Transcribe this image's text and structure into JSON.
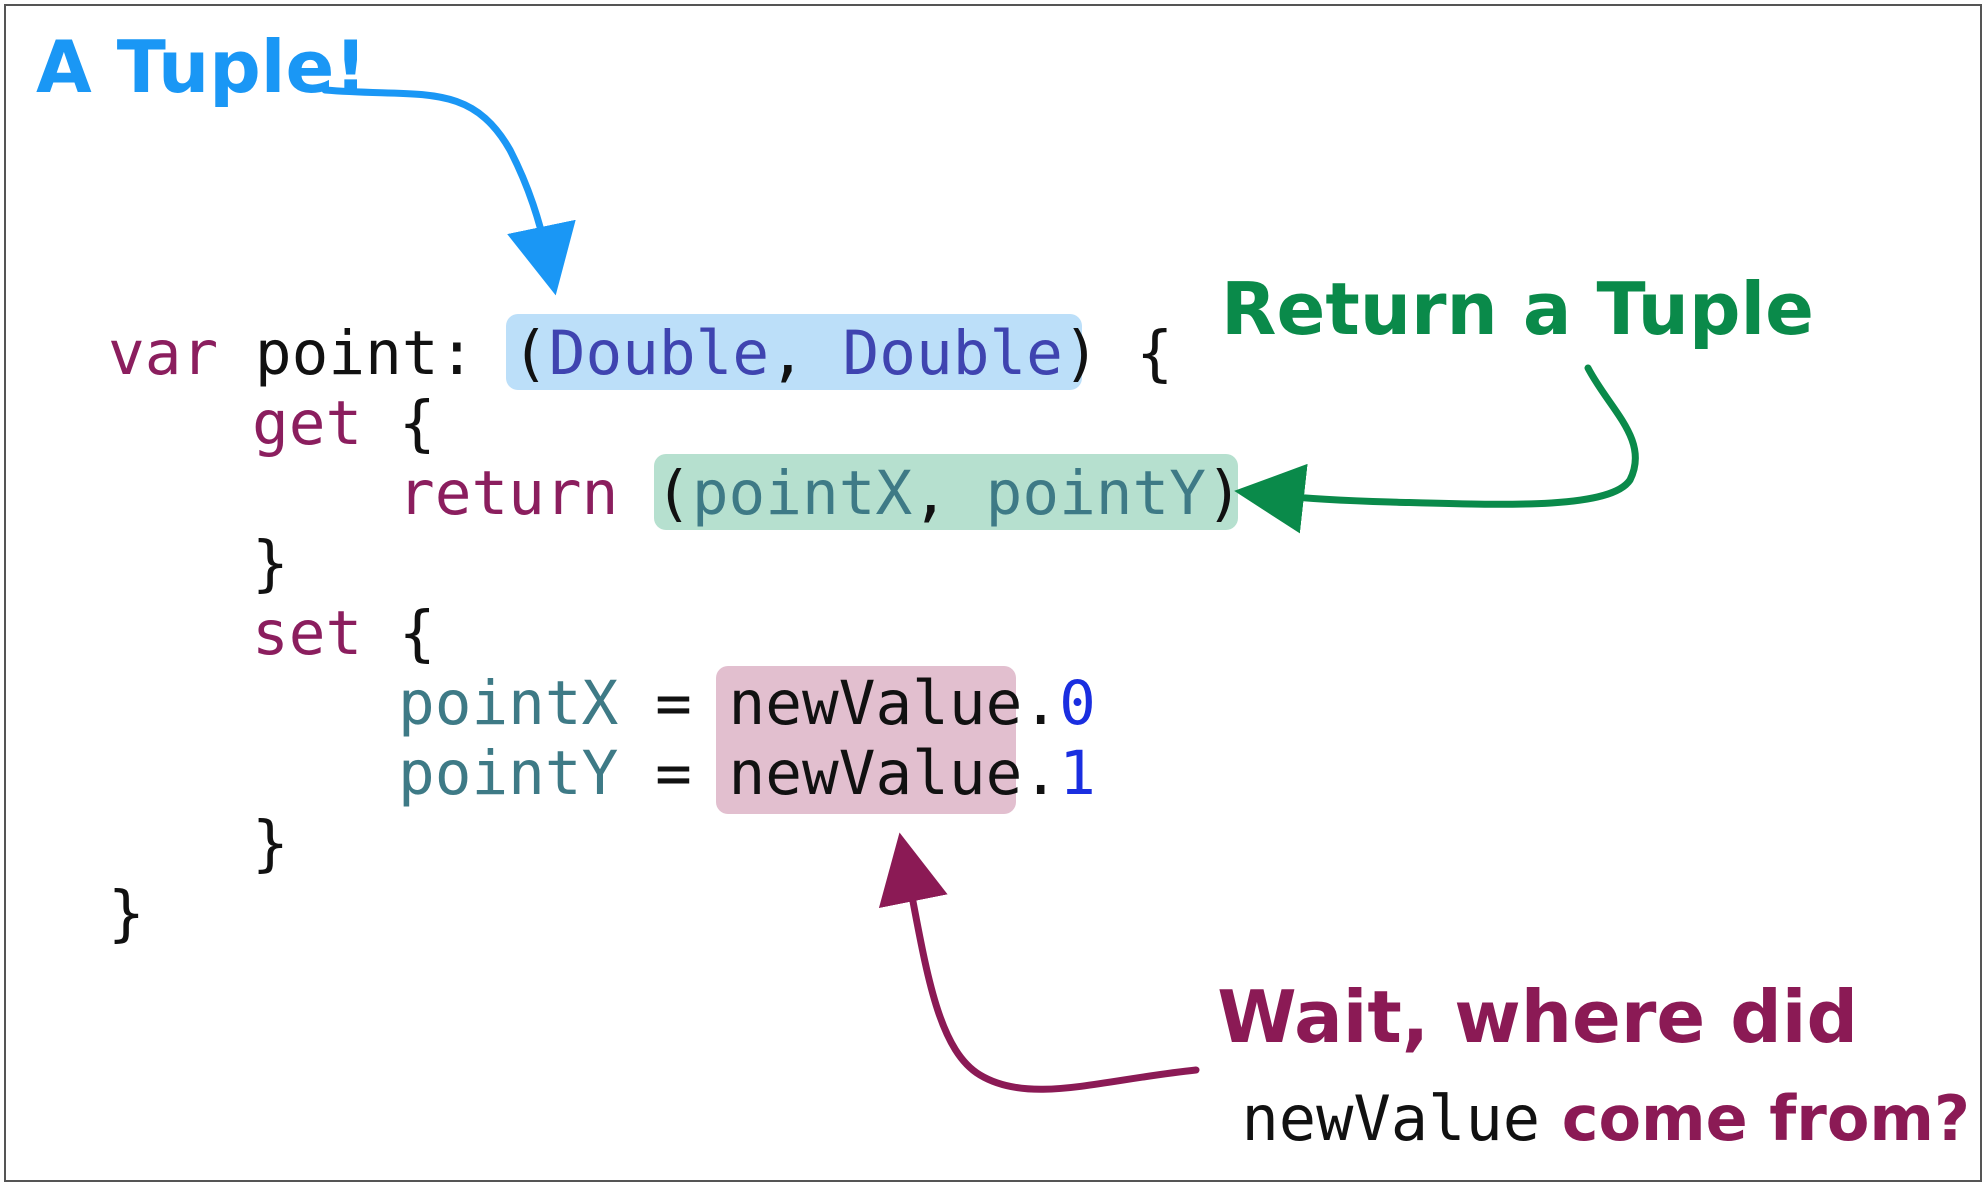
{
  "colors": {
    "keyword": "#8b1e5e",
    "type": "#3f44b0",
    "property": "#3e7a86",
    "plain": "#111111",
    "number": "#1a2ee0",
    "tuple_annotation": "#1a97f5",
    "return_annotation": "#0a8a4a",
    "question_annotation": "#8b1a55",
    "highlight_blue": "#bcdff9",
    "highlight_green": "#b6e0cf",
    "highlight_pink": "#e2bfcf"
  },
  "code": {
    "line1": {
      "kw": "var",
      "name": " point: ",
      "open": "(",
      "type1": "Double",
      "comma": ", ",
      "type2": "Double",
      "close": ")",
      "brace": " {"
    },
    "line2": {
      "kw": "get",
      "brace": " {"
    },
    "line3": {
      "kw": "return",
      "open": " (",
      "a": "pointX",
      "comma": ", ",
      "b": "pointY",
      "close": ")"
    },
    "line4": {
      "brace": "}"
    },
    "line5": {
      "kw": "set",
      "brace": " {"
    },
    "line6": {
      "lhs": "pointX",
      "eq": " = ",
      "value": "newValue",
      "dot": ".",
      "index": "0"
    },
    "line7": {
      "lhs": "pointY",
      "eq": " = ",
      "value": "newValue",
      "dot": ".",
      "index": "1"
    },
    "line8": {
      "brace": "}"
    },
    "line9": {
      "brace": "}"
    }
  },
  "annotations": {
    "tuple": "A Tuple!",
    "return_tuple": "Return a Tuple",
    "question_line1": "Wait, where did",
    "question_code": "newValue",
    "question_rest": " come from?"
  }
}
